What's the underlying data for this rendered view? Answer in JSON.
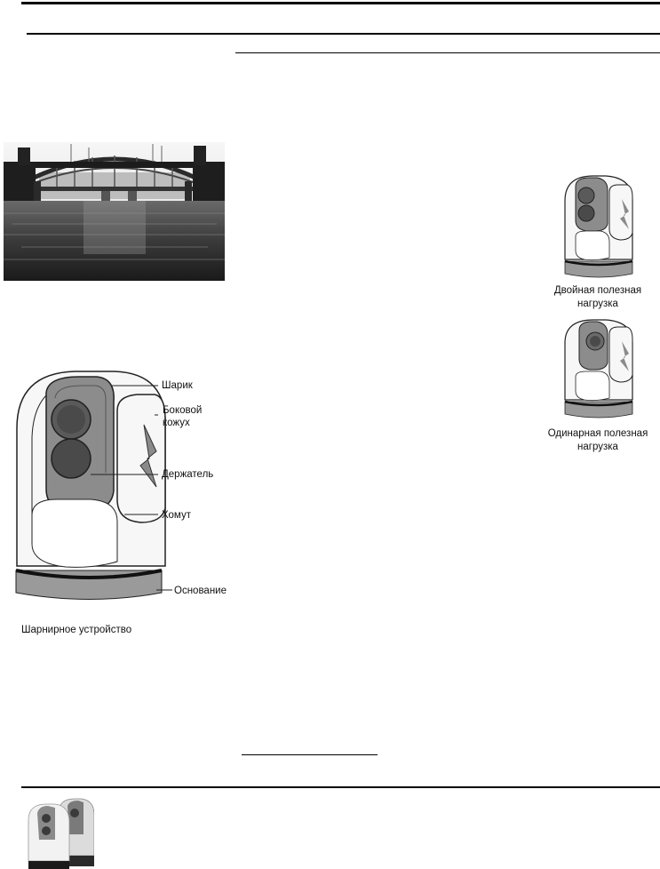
{
  "figure_labels": {
    "ball": "Шарик",
    "side_cover": "Боковой кожух",
    "holder": "Держатель",
    "clamp": "Хомут",
    "base": "Основание"
  },
  "figure_caption": "Шарнирное устройство",
  "payload_dual": "Двойная полезная нагрузка",
  "payload_single": "Одинарная полезная нагрузка",
  "colors": {
    "rule": "#000000",
    "shell": "#f4f4f4",
    "holder": "#8a8a8a",
    "lens": "#4a4a4a",
    "base": "#9a9a9a"
  }
}
